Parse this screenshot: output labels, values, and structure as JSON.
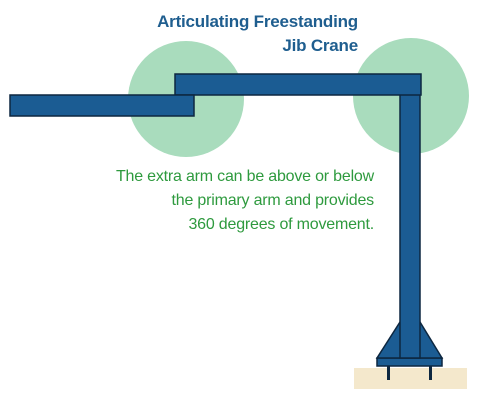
{
  "title": {
    "line1": "Articulating Freestanding",
    "line2": "Jib Crane"
  },
  "caption": {
    "line1": "The extra arm can be above or below",
    "line2": "the primary arm and provides",
    "line3": "360 degrees of movement."
  },
  "colors": {
    "steel_blue": "#1b5c93",
    "outline": "#0d2740",
    "pivot_circle": "#a9dcbd",
    "title_text": "#1f5e8f",
    "caption_text": "#2e9a3e",
    "base_pad": "#f4e8cc"
  }
}
